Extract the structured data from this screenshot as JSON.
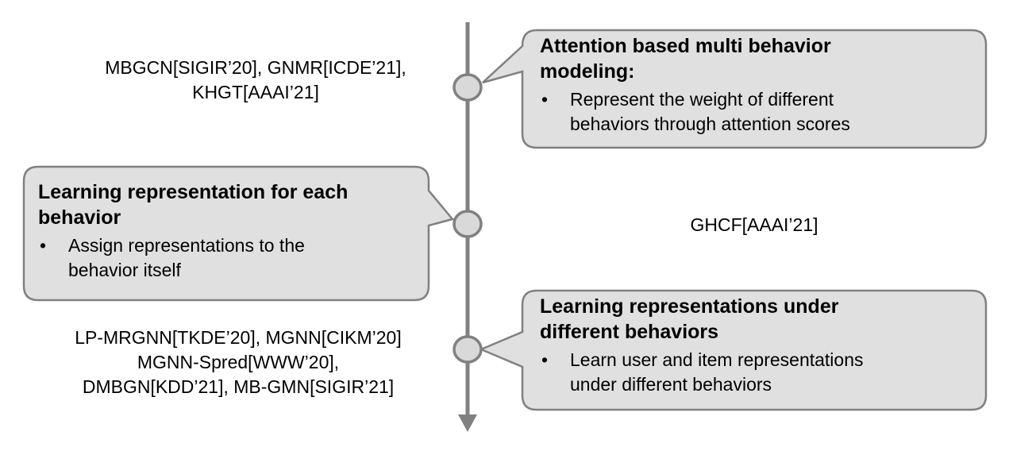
{
  "timeline": {
    "line_color": "#808080",
    "node_fill": "#d9d9d9",
    "node_stroke": "#808080",
    "callout_fill": "#e0e0e0",
    "callout_stroke": "#808080"
  },
  "stages": [
    {
      "id": "attention",
      "refs": [
        "MBGCN[SIGIR’20], GNMR[ICDE’21],",
        "KHGT[AAAI’21]"
      ],
      "title": [
        "Attention based multi behavior",
        "modeling:"
      ],
      "bullet": [
        "Represent the weight of different",
        "behaviors through attention scores"
      ]
    },
    {
      "id": "per-behavior",
      "refs": [
        "GHCF[AAAI’21]"
      ],
      "title": [
        "Learning representation for each",
        "behavior"
      ],
      "bullet": [
        "Assign representations to the",
        "behavior itself"
      ]
    },
    {
      "id": "under-behaviors",
      "refs": [
        "LP-MRGNN[TKDE’20], MGNN[CIKM’20]",
        "MGNN-Spred[WWW’20],",
        "DMBGN[KDD’21], MB-GMN[SIGIR’21]"
      ],
      "title": [
        "Learning representations under",
        "different behaviors"
      ],
      "bullet": [
        "Learn user and item representations",
        "under different behaviors"
      ]
    }
  ],
  "bullet_symbol": "•"
}
